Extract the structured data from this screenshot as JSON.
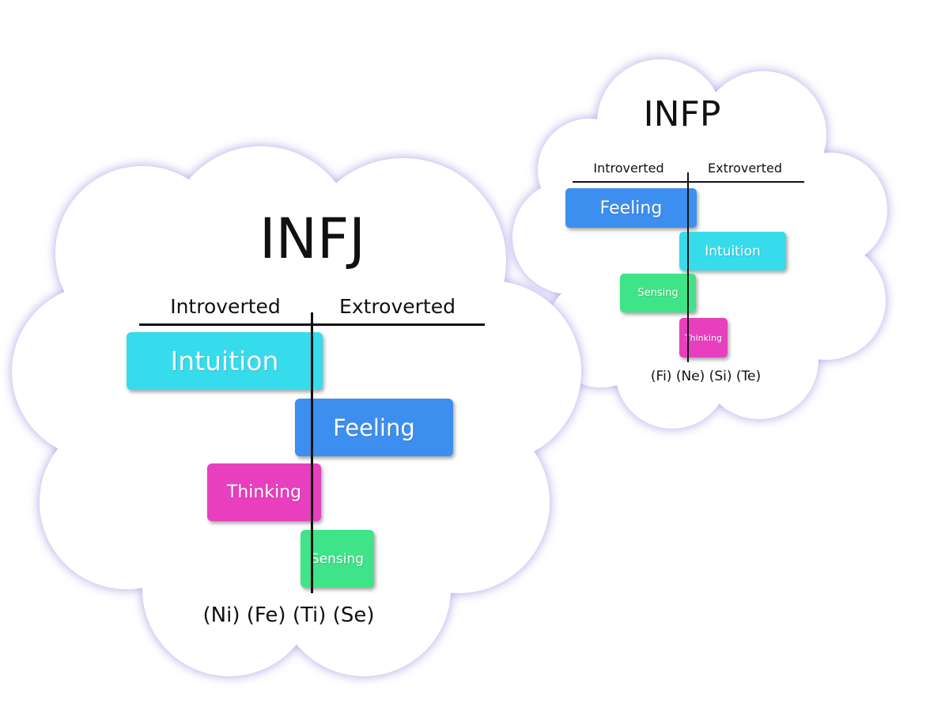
{
  "colors": {
    "cloud_fill": "#ffffff",
    "cloud_glow": "#b9b2ec",
    "intuition": "#36dcec",
    "feeling": "#3d8fef",
    "thinking": "#e83fbf",
    "sensing": "#3ee487",
    "line": "#111111"
  },
  "infj": {
    "title": "INFJ",
    "introverted_label": "Introverted",
    "extroverted_label": "Extroverted",
    "bars": [
      {
        "label": "Intuition",
        "side": "introverted",
        "color": "intuition"
      },
      {
        "label": "Feeling",
        "side": "extroverted",
        "color": "feeling"
      },
      {
        "label": "Thinking",
        "side": "introverted",
        "color": "thinking"
      },
      {
        "label": "Sensing",
        "side": "extroverted",
        "color": "sensing"
      }
    ],
    "functions": "(Ni) (Fe) (Ti) (Se)"
  },
  "infp": {
    "title": "INFP",
    "introverted_label": "Introverted",
    "extroverted_label": "Extroverted",
    "bars": [
      {
        "label": "Feeling",
        "side": "introverted",
        "color": "feeling"
      },
      {
        "label": "Intuition",
        "side": "extroverted",
        "color": "intuition"
      },
      {
        "label": "Sensing",
        "side": "introverted",
        "color": "sensing"
      },
      {
        "label": "Thinking",
        "side": "extroverted",
        "color": "thinking"
      }
    ],
    "functions": "(Fi) (Ne) (Si) (Te)"
  }
}
